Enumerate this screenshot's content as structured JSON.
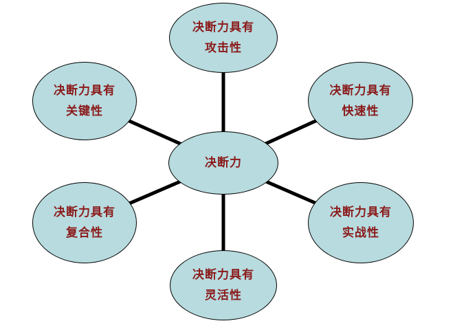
{
  "diagram": {
    "center": {
      "label": "决断力"
    },
    "nodes": [
      {
        "id": "top",
        "line1": "决断力具有",
        "line2": "攻击性"
      },
      {
        "id": "upper-left",
        "line1": "决断力具有",
        "line2": "关键性"
      },
      {
        "id": "upper-right",
        "line1": "决断力具有",
        "line2": "快速性"
      },
      {
        "id": "lower-left",
        "line1": "决断力具有",
        "line2": "复合性"
      },
      {
        "id": "lower-right",
        "line1": "决断力具有",
        "line2": "实战性"
      },
      {
        "id": "bottom",
        "line1": "决断力具有",
        "line2": "灵活性"
      }
    ],
    "colors": {
      "ellipse_fill": "#b7dbdf",
      "ellipse_border": "#000000",
      "text": "#8b1a1a",
      "connector": "#000000"
    }
  }
}
